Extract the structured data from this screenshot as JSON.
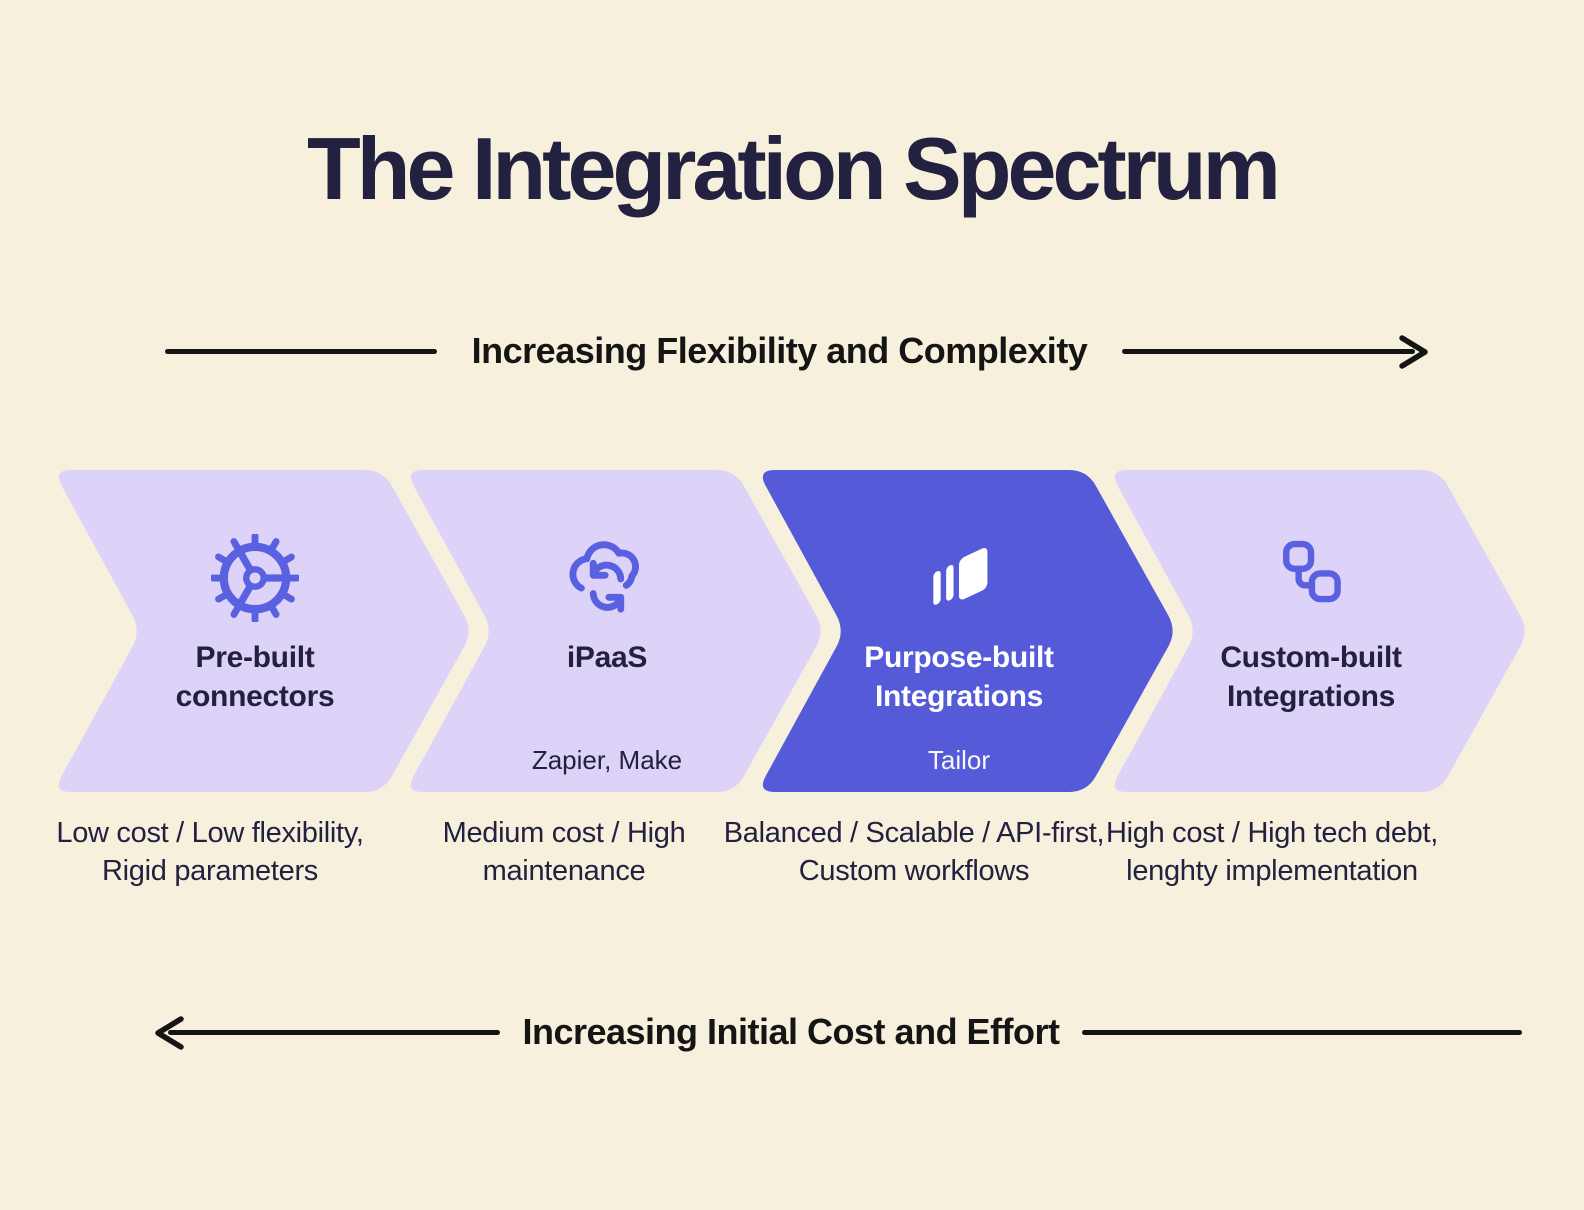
{
  "title": "The Integration Spectrum",
  "colors": {
    "background": "#F7F0DD",
    "chevron_light": "#DDD3F9",
    "chevron_dark": "#545AD8",
    "icon_indigo": "#5A61E0",
    "text_dark": "#22213F",
    "arrow_black": "#151515",
    "highlight_text": "#FFFFFF"
  },
  "axes": {
    "top": {
      "label": "Increasing Flexibility and Complexity",
      "direction": "right"
    },
    "bottom": {
      "label": "Increasing Initial Cost and Effort",
      "direction": "left"
    }
  },
  "stages": [
    {
      "title": "Pre-built\nconnectors",
      "subtitle": "",
      "icon": "gear-icon",
      "highlighted": false,
      "description": "Low cost / Low flexibility,\nRigid parameters"
    },
    {
      "title": "iPaaS",
      "subtitle": "Zapier, Make",
      "icon": "cloud-sync-icon",
      "highlighted": false,
      "description": "Medium cost / High\nmaintenance"
    },
    {
      "title": "Purpose-built\nIntegrations",
      "subtitle": "Tailor",
      "icon": "layers-icon",
      "highlighted": true,
      "description": "Balanced / Scalable / API-first,\nCustom workflows"
    },
    {
      "title": "Custom-built\nIntegrations",
      "subtitle": "",
      "icon": "workflow-icon",
      "highlighted": false,
      "description": "High cost / High tech debt,\nlenghty implementation"
    }
  ]
}
